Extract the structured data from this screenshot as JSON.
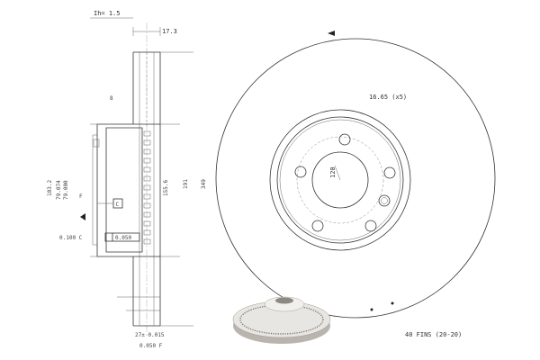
{
  "dimensions": {
    "top_thickness": "Ih= 1.5",
    "top_width": "17.3",
    "small_mark": "8",
    "dim_left_1": "103.2",
    "dim_left_2": "79.074",
    "dim_left_3": "79.000",
    "hub_dia": "155.6",
    "vent_dia": "191",
    "outer_dia": "349",
    "pcd": "120",
    "bolt_holes": "16.65 (x5)",
    "datum_label": "C",
    "tolerance_left": "0.100 C",
    "tolerance_box": "0.050",
    "bottom_dim_1": "27± 0.015",
    "bottom_dim_2": "0.050 F",
    "fins": "40 FINS (20-20)",
    "datum_mark": "F"
  },
  "colors": {
    "line": "#333333",
    "background": "#ffffff",
    "render_body": "#e8e6e2",
    "render_shadow": "#b9b5ae"
  },
  "icons": {
    "arrow_left": "triangle-arrow-icon",
    "datum_triangle": "datum-triangle-icon"
  }
}
